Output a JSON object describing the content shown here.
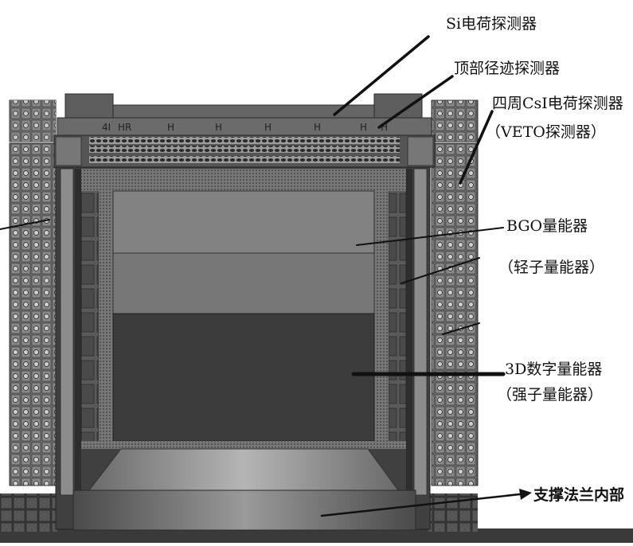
{
  "labels": {
    "si_charge": "Si电荷探测器",
    "top_tracker": "顶部径迹探测器",
    "veto_line1": "四周CsI电荷探测器",
    "veto_line2": "（VETO探测器）",
    "bgo_line1": "BGO量能器",
    "bgo_line2": "（轻子量能器）",
    "calo3d_line1": "3D数字量能器",
    "calo3d_line2": "（强子量能器）",
    "flange": "支撑法兰内部"
  },
  "top_marks": [
    "4I",
    "HR",
    "H",
    "H",
    "H",
    "H",
    "H",
    "H"
  ],
  "colors": {
    "frame_dark": "#3f3f3f",
    "frame_mid": "#5e5e5e",
    "bgo_light": "#7d7d7d",
    "calo_dark": "#3c3c3c",
    "label_text": "#111111"
  }
}
